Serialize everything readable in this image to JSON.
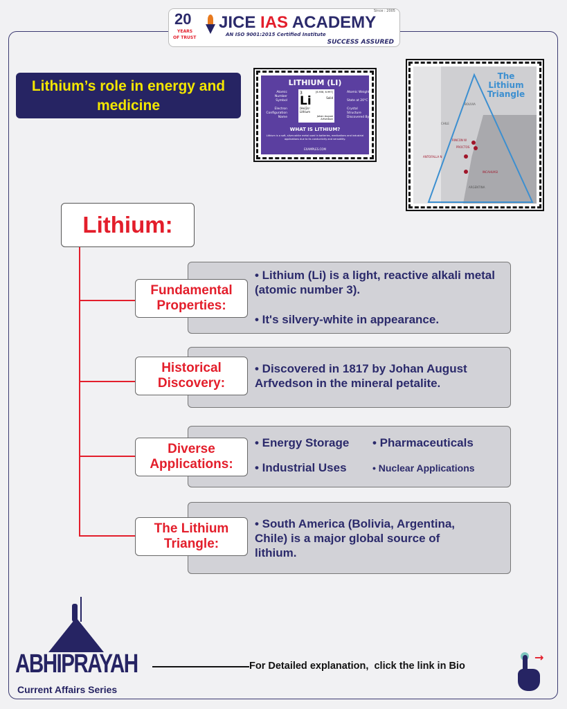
{
  "header": {
    "years": "20",
    "years_label": "YEARS",
    "of_trust": "OF TRUST",
    "brand_jice": "JICE",
    "brand_ias": "IAS",
    "brand_academy": "ACADEMY",
    "since": "Since : 2005",
    "iso": "AN ISO 9001:2015 Certified Institute",
    "tagline": "SUCCESS ASSURED"
  },
  "title": "Lithium’s role in energy and medicine",
  "element_card": {
    "heading": "LITHIUM (LI)",
    "number": "3",
    "symbol": "Li",
    "weight": "[6.938, 6.997]",
    "state": "Solid",
    "config": "[He]2s¹",
    "name": "Lithium",
    "discoverer": "Johan August Arfvedson",
    "left_labels": [
      "Atomic Number",
      "Symbol",
      "Electron Configuration",
      "Name"
    ],
    "right_labels": [
      "Atomic Weight",
      "State at 20°C",
      "Crystal Structure",
      "Discovered By"
    ],
    "what": "WHAT IS LITHIUM?",
    "desc": "Lithium is a soft, silver-white metal used in batteries, medications and industrial applications due to its conductivity and versatility.",
    "site": "EXAMPLES.COM"
  },
  "map": {
    "title": "The Lithium Triangle",
    "countries": [
      "BOLIVIA",
      "CHILE",
      "ARGENTINA"
    ],
    "sites": [
      "RINCON W",
      "PROCTOS",
      "ANTOFALLA N",
      "INCAHUASI"
    ]
  },
  "main_label": "Lithium:",
  "sections": [
    {
      "label1": "Fundamental",
      "label2": "Properties:",
      "bullets": [
        "• Lithium (Li) is a light, reactive alkali metal (atomic number 3).",
        "• It's silvery-white in appearance."
      ]
    },
    {
      "label1": "Historical",
      "label2": "Discovery:",
      "bullets": [
        "• Discovered in 1817 by Johan August Arfvedson in the mineral petalite."
      ]
    },
    {
      "label1": "Diverse",
      "label2": "Applications:",
      "bullets": [
        "• Energy Storage",
        "• Pharmaceuticals",
        "• Industrial Uses",
        "• Nuclear Applications"
      ]
    },
    {
      "label1": "The Lithium",
      "label2": "Triangle:",
      "bullets": [
        "• South America (Bolivia, Argentina, Chile) is a major global source of lithium."
      ]
    }
  ],
  "footer": {
    "brand": "ABHIPRAYAH",
    "series": "Current Affairs Series",
    "cta": "For Detailed explanation,  click the link in Bio"
  },
  "colors": {
    "navy": "#2b2a6b",
    "red": "#e31e2b",
    "yellow": "#f3e600"
  }
}
